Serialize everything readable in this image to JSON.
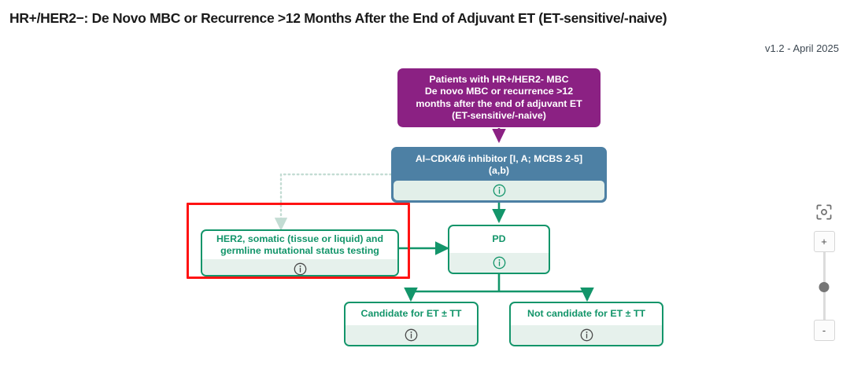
{
  "header": {
    "title": "HR+/HER2−: De Novo MBC or Recurrence >12 Months After the End of Adjuvant ET (ET-sensitive/-naive)",
    "version": "v1.2 - April 2025"
  },
  "diagram": {
    "nodes": [
      {
        "id": "root-patients",
        "type": "purple",
        "label": "Patients with HR+/HER2- MBC\nDe novo MBC or recurrence >12\nmonths after the end of adjuvant ET\n(ET-sensitive/-naive)",
        "lines": [
          "Patients with HR+/HER2- MBC",
          "De novo MBC or recurrence >12",
          "months after the end of adjuvant ET",
          "(ET-sensitive/-naive)"
        ],
        "has_info": false,
        "color": "#8b2183"
      },
      {
        "id": "ai-cdk46",
        "type": "blue",
        "lines": [
          "AI–CDK4/6 inhibitor [I, A; MCBS 2-5]",
          "(a,b)"
        ],
        "has_info": true,
        "info_icon": "info-icon",
        "color": "#4d80a4"
      },
      {
        "id": "her2-testing",
        "type": "green",
        "lines": [
          "HER2, somatic (tissue or liquid) and",
          "germline mutational status testing"
        ],
        "has_info": true,
        "info_icon": "info-icon",
        "color": "#13956a",
        "highlighted": true
      },
      {
        "id": "pd",
        "type": "green",
        "lines": [
          "PD"
        ],
        "has_info": true,
        "info_icon": "info-icon",
        "color": "#13956a"
      },
      {
        "id": "candidate-et-tt",
        "type": "green",
        "lines": [
          "Candidate for ET ± TT"
        ],
        "has_info": true,
        "info_icon": "info-icon",
        "color": "#13956a"
      },
      {
        "id": "not-candidate-et-tt",
        "type": "green",
        "lines": [
          "Not candidate for ET ± TT"
        ],
        "has_info": true,
        "info_icon": "info-icon",
        "color": "#13956a"
      }
    ],
    "edges": [
      {
        "from": "root-patients",
        "to": "ai-cdk46",
        "style": "solid",
        "color": "#8b2183"
      },
      {
        "from": "ai-cdk46",
        "to": "pd",
        "style": "solid",
        "color": "#13956a"
      },
      {
        "from": "ai-cdk46",
        "to": "her2-testing",
        "style": "dotted",
        "color": "#c6ddd6"
      },
      {
        "from": "her2-testing",
        "to": "pd",
        "style": "solid",
        "color": "#13956a"
      },
      {
        "from": "pd",
        "to": "candidate-et-tt",
        "style": "solid",
        "color": "#13956a"
      },
      {
        "from": "pd",
        "to": "not-candidate-et-tt",
        "style": "solid",
        "color": "#13956a"
      }
    ],
    "annotation": {
      "type": "selection-rectangle",
      "color": "#ff1313"
    }
  },
  "zoom_control": {
    "fit_icon": "fit-to-screen-icon",
    "zoom_in_label": "+",
    "zoom_out_label": "-",
    "slider_value": 55
  }
}
